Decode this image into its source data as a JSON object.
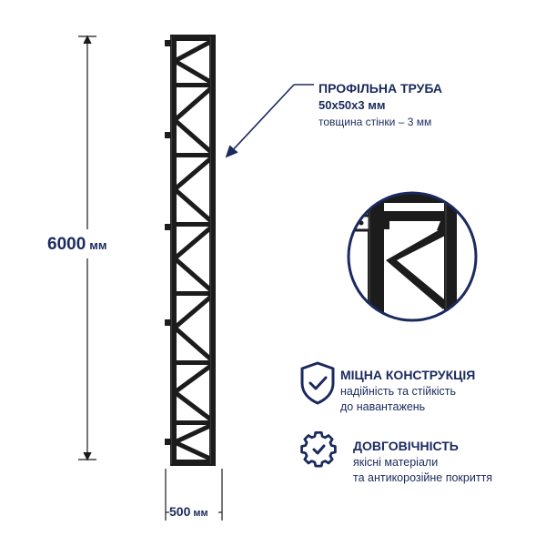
{
  "dimensions": {
    "height_value": "6000",
    "height_unit": "мм",
    "width_value": "500",
    "width_unit": "мм"
  },
  "pipe_callout": {
    "title": "ПРОФІЛЬНА ТРУБА",
    "size": "50x50x3 мм",
    "wall": "товщина стінки – 3 мм"
  },
  "features": [
    {
      "icon": "shield-check-icon",
      "title": "МІЦНА КОНСТРУКЦІЯ",
      "line1": "надійність та стійкість",
      "line2": "до навантажень"
    },
    {
      "icon": "gear-check-icon",
      "title": "ДОВГОВІЧНІСТЬ",
      "line1": "якісні матеріали",
      "line2": "та антикорозійне покриття"
    }
  ],
  "colors": {
    "accent": "#1b2a5e",
    "metal": "#1c1c1c",
    "dimension_line": "#1a1a1a"
  }
}
